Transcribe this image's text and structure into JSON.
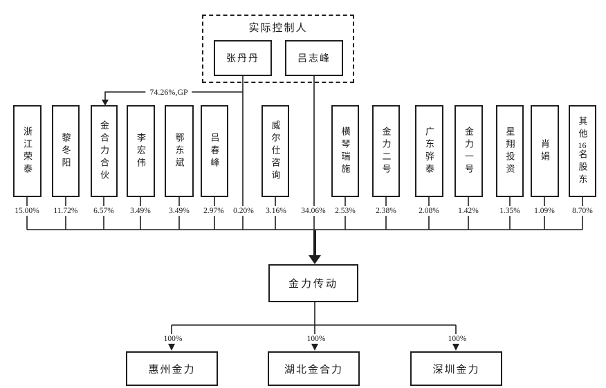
{
  "diagram": {
    "controller_group": {
      "label": "实际控制人",
      "members": [
        {
          "name": "张丹丹"
        },
        {
          "name": "吕志峰"
        }
      ]
    },
    "gp_edge_label": "74.26%,GP",
    "stakes": [
      {
        "name": "浙江荣泰",
        "percent": "15.00%"
      },
      {
        "name": "黎冬阳",
        "percent": "11.72%"
      },
      {
        "name": "金合力合伙",
        "percent": "6.57%"
      },
      {
        "name": "李宏伟",
        "percent": "3.49%"
      },
      {
        "name": "鄂东斌",
        "percent": "3.49%"
      },
      {
        "name": "吕春峰",
        "percent": "2.97%"
      },
      {
        "name": "",
        "percent": "0.20%"
      },
      {
        "name": "威尔仕咨询",
        "percent": "3.16%"
      },
      {
        "name": "",
        "percent": "34.06%"
      },
      {
        "name": "横琴瑞施",
        "percent": "2.53%"
      },
      {
        "name": "金力二号",
        "percent": "2.38%"
      },
      {
        "name": "广东骅泰",
        "percent": "2.08%"
      },
      {
        "name": "金力一号",
        "percent": "1.42%"
      },
      {
        "name": "星翔投资",
        "percent": "1.35%"
      },
      {
        "name": "肖娟",
        "percent": "1.09%"
      },
      {
        "name": "其他16名股东",
        "percent": "8.70%"
      }
    ],
    "company": {
      "name": "金力传动"
    },
    "subsidiaries": [
      {
        "name": "惠州金力",
        "percent": "100%"
      },
      {
        "name": "湖北金合力",
        "percent": "100%"
      },
      {
        "name": "深圳金力",
        "percent": "100%"
      }
    ]
  }
}
